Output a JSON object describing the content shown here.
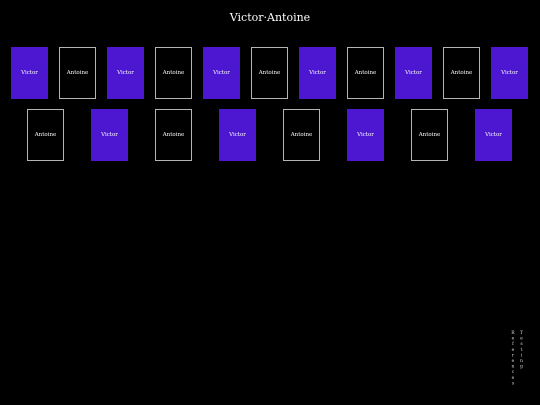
{
  "page": {
    "title": "Victor·Antoine"
  },
  "colors": {
    "background": "#000000",
    "victor_fill": "#4d16d1",
    "antoine_border": "#b5b5b5",
    "text": "#ffffff"
  },
  "row1": [
    {
      "kind": "victor",
      "label": "Victor"
    },
    {
      "kind": "antoine",
      "label": "Antoine"
    },
    {
      "kind": "victor",
      "label": "Victor"
    },
    {
      "kind": "antoine",
      "label": "Antoine"
    },
    {
      "kind": "victor",
      "label": "Victor"
    },
    {
      "kind": "antoine",
      "label": "Antoine"
    },
    {
      "kind": "victor",
      "label": "Victor"
    },
    {
      "kind": "antoine",
      "label": "Antoine"
    },
    {
      "kind": "victor",
      "label": "Victor"
    },
    {
      "kind": "antoine",
      "label": "Antoine"
    },
    {
      "kind": "victor",
      "label": "Victor"
    }
  ],
  "row2": [
    {
      "kind": "antoine",
      "label": "Antoine"
    },
    {
      "kind": "victor",
      "label": "Victor"
    },
    {
      "kind": "antoine",
      "label": "Antoine"
    },
    {
      "kind": "victor",
      "label": "Victor"
    },
    {
      "kind": "antoine",
      "label": "Antoine"
    },
    {
      "kind": "victor",
      "label": "Victor"
    },
    {
      "kind": "antoine",
      "label": "Antoine"
    },
    {
      "kind": "victor",
      "label": "Victor"
    }
  ],
  "side_nav": {
    "references_label": "References",
    "testing_label": "Testing"
  }
}
